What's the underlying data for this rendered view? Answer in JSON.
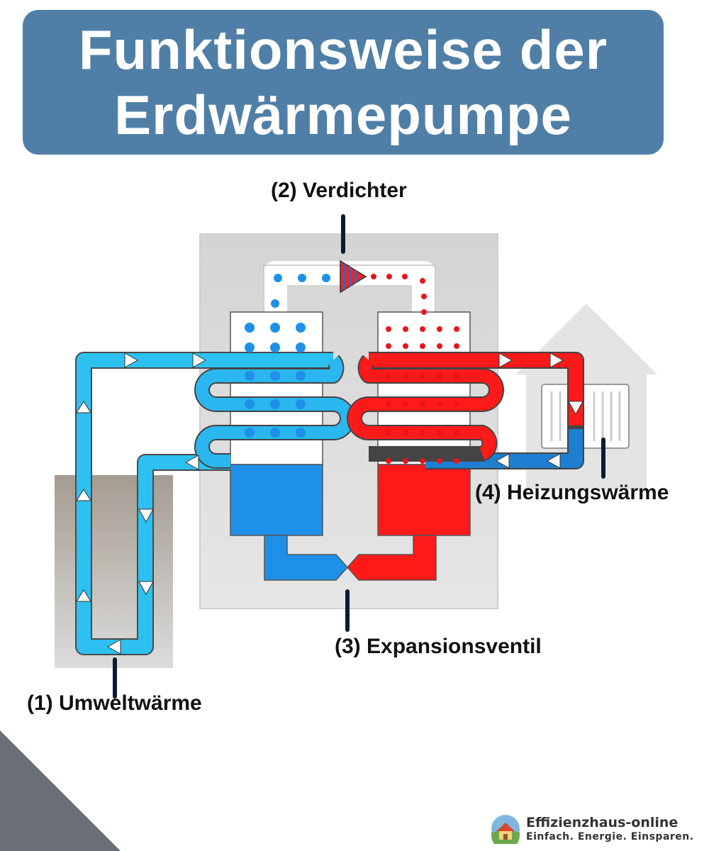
{
  "title": {
    "line1": "Funktionsweise der",
    "line2": "Erdwärmepumpe"
  },
  "labels": {
    "verdichter": "(2) Verdichter",
    "expansionsventil": "(3) Expansionsventil",
    "umweltwaerme": "(1) Umweltwärme",
    "heizungswaerme": "(4) Heizungswärme"
  },
  "branding": {
    "name": "Effizienzhaus-online",
    "slogan": "Einfach. Energie. Einsparen."
  },
  "colors": {
    "title_background": "#4f7fa6",
    "cold": "#1e90e8",
    "cold_light": "#2cc1f0",
    "hot": "#ff1a1a",
    "housing": "#d9d9d9",
    "ground": "#a9a096",
    "house": "#e4e4e4",
    "pointer": "#0d1a33",
    "corner": "#6b6f78"
  }
}
